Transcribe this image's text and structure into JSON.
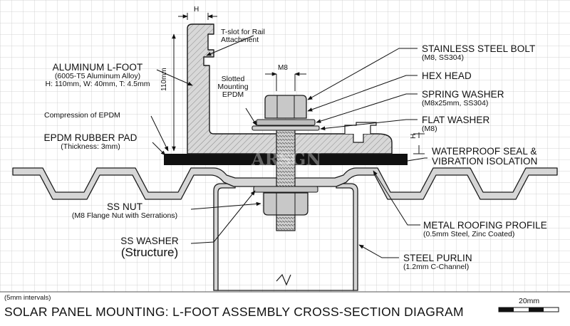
{
  "title": "SOLAR PANEL MOUNTING: L-FOOT ASSEMBLY CROSS-SECTION DIAGRAM",
  "grid_note": "(5mm intervals)",
  "scale_bar": "20mm",
  "watermark": "ARSGN",
  "dimensions": {
    "h_top": "H",
    "height": "110mm",
    "bolt": "M8",
    "h_side": "H"
  },
  "labels": {
    "tslot": [
      "T-slot for Rail",
      "Attachment"
    ],
    "lfoot": {
      "name": "ALUMINUM L-FOOT",
      "lines": [
        "(6005-T5 Aluminum Alloy)",
        "H: 110mm, W: 40mm, T: 4.5mm"
      ]
    },
    "slotted": [
      "Slotted",
      "Mounting",
      "EPDM"
    ],
    "compression": "Compression of EPDM",
    "epdm": {
      "name": "EPDM RUBBER PAD",
      "sub": "(Thickness: 3mm)"
    },
    "bolt": {
      "name": "STAINLESS STEEL BOLT",
      "sub": "(M8, SS304)"
    },
    "hexhead": "HEX HEAD",
    "spring": {
      "name": "SPRING WASHER",
      "sub": "(M8x25mm, SS304)"
    },
    "flat": {
      "name": "FLAT WASHER",
      "sub": "(M8)"
    },
    "seal": [
      "WATERPROOF SEAL &",
      "VIBRATION ISOLATION"
    ],
    "nut": {
      "name": "SS NUT",
      "sub": "(M8 Flange Nut with Serrations)"
    },
    "washer": {
      "name": "SS WASHER",
      "sub": "(Structure)"
    },
    "roof": {
      "name": "METAL ROOFING PROFILE",
      "sub": "(0.5mm Steel, Zinc Coated)"
    },
    "purlin": {
      "name": "STEEL PURLIN",
      "sub": "(1.2mm C-Channel)"
    }
  },
  "colors": {
    "grid": "#c9c9c9",
    "metal": "#d4d4d4",
    "bolt": "#c8c8c8",
    "rubber": "#111111",
    "line": "#1a1a1a"
  }
}
